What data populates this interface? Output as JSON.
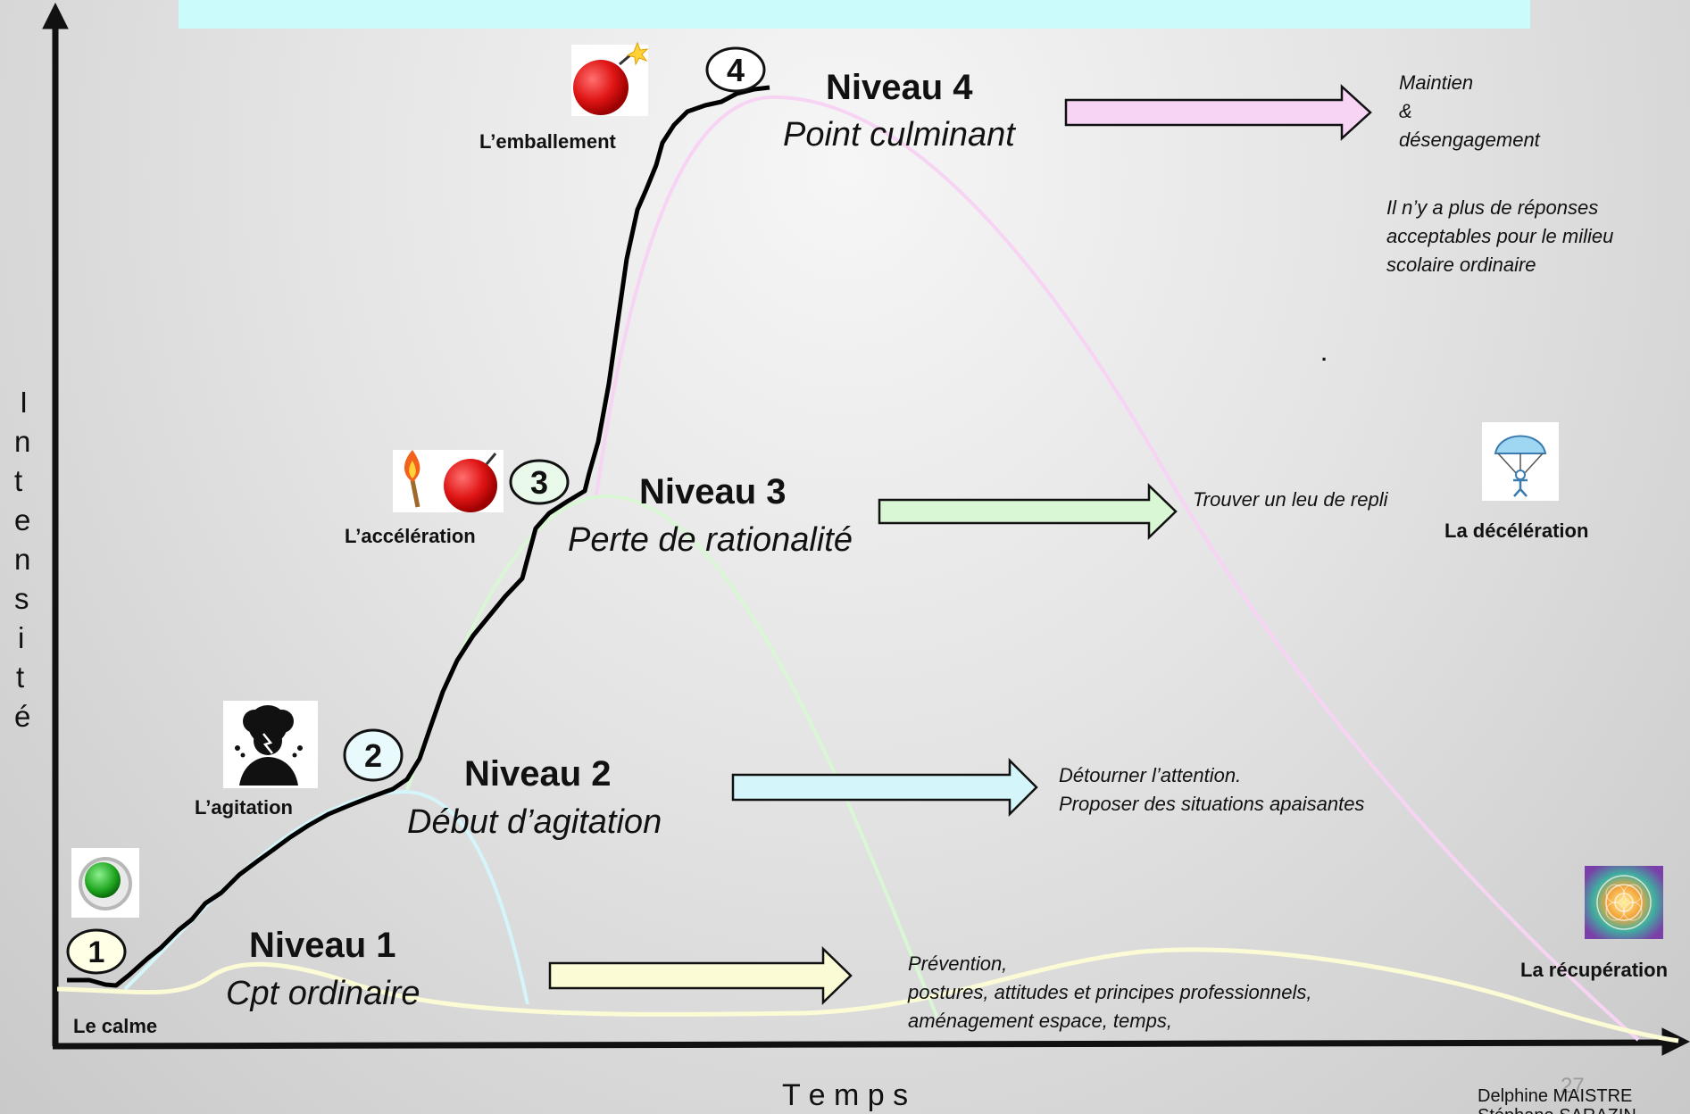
{
  "axes": {
    "y_label_letters": [
      "I",
      "n",
      "t",
      "e",
      "n",
      "s",
      "i",
      "t",
      "é"
    ],
    "x_label": "T e m p s"
  },
  "phases": [
    {
      "number": "1",
      "label": "Le calme",
      "icon": "start-button-icon"
    },
    {
      "number": "2",
      "label": "L’agitation",
      "icon": "stressed-person-icon"
    },
    {
      "number": "3",
      "label": "L’accélération",
      "icon": "match-and-bomb-icon"
    },
    {
      "number": "4",
      "label": "L’emballement",
      "icon": "bomb-icon"
    }
  ],
  "levels": [
    {
      "title": "Niveau 1",
      "subtitle": "Cpt ordinaire",
      "arrow_color": "#fbfbd6",
      "strategy": [
        "Prévention,",
        "postures, attitudes et principes professionnels,",
        "aménagement espace, temps,"
      ]
    },
    {
      "title": "Niveau 2",
      "subtitle": "Début d’agitation",
      "arrow_color": "#d4f5fa",
      "strategy": [
        "Détourner l’attention.",
        "Proposer des situations apaisantes"
      ]
    },
    {
      "title": "Niveau 3",
      "subtitle": "Perte de rationalité",
      "arrow_color": "#d9f7d4",
      "strategy": [
        "Trouver un leu de repli"
      ]
    },
    {
      "title": "Niveau 4",
      "subtitle": "Point culminant",
      "arrow_color": "#f7d4f4",
      "strategy": [
        "Maintien",
        "&",
        "désengagement"
      ]
    }
  ],
  "level4_note": [
    "Il n’y a plus de réponses",
    "acceptables pour  le milieu",
    "scolaire ordinaire"
  ],
  "side_phases": [
    {
      "label": "La décélération",
      "icon": "parachute-person-icon"
    },
    {
      "label": "La récupération",
      "icon": "mandala-icon"
    }
  ],
  "dot": ".",
  "credits": {
    "author1": "Delphine MAISTRE",
    "author2": "Stéphane SARAZIN",
    "page_number": "27"
  },
  "colors": {
    "top_banner": "#ccfbfb",
    "curve_level1": "#fbfbd6",
    "curve_level2": "#d4f5fa",
    "curve_level3": "#d9f7d4",
    "curve_level4": "#f7d4f4",
    "escalation_line": "#000000",
    "bomb": "#e01515"
  }
}
